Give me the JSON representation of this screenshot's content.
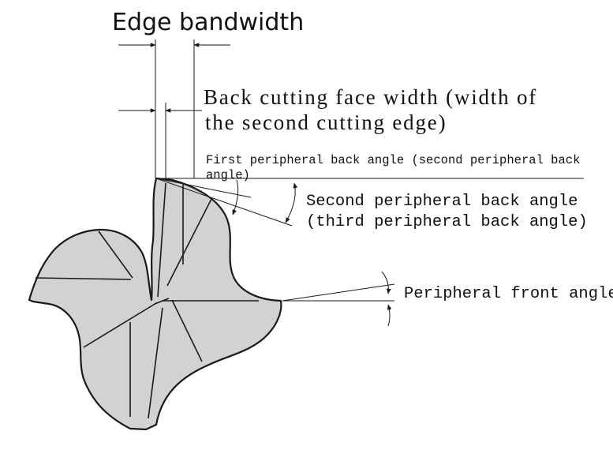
{
  "labels": {
    "edge_bandwidth": "Edge bandwidth",
    "back_cutting_face_line1": "Back cutting face width (width of",
    "back_cutting_face_line2": "the second cutting edge)",
    "first_peripheral_line1": "First peripheral back angle (second peripheral back",
    "first_peripheral_line2": "angle)",
    "second_peripheral_line1": "Second peripheral back angle",
    "second_peripheral_line2": "(third peripheral back angle)",
    "peripheral_front_angle": "Peripheral front angle"
  },
  "colors": {
    "tool_fill": "#d2d2d2",
    "line": "#1a1a1a",
    "text": "#111111"
  }
}
